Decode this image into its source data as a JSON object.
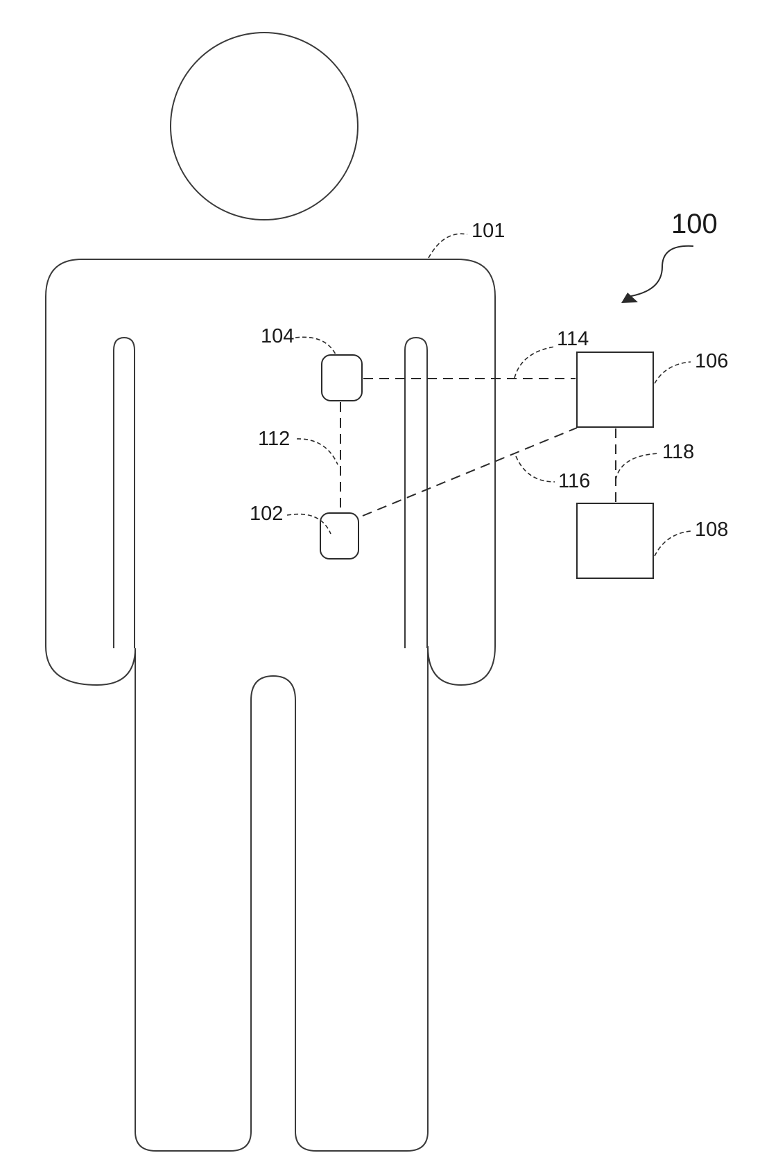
{
  "figure": {
    "system_label": "100",
    "body_label": "101",
    "sensor_lower_label": "102",
    "sensor_upper_label": "104",
    "device_upper_label": "106",
    "device_lower_label": "108",
    "link_sensors_label": "112",
    "link_upper_label": "114",
    "link_lower_label": "116",
    "link_devices_label": "118"
  }
}
